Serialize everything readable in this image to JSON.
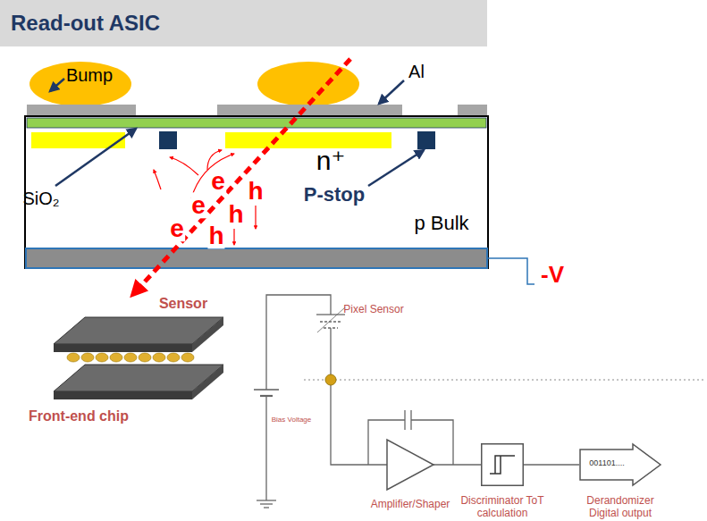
{
  "diagram": {
    "nodes": [
      {
        "text": [
          "Read-out ASIC"
        ]
      },
      {
        "text": [
          "Amplifier/Shaper"
        ]
      },
      {
        "text": [
          "Discriminator ToT calculation"
        ]
      },
      {
        "text": [
          "001101....",
          "Derandomizer Digital output"
        ]
      }
    ],
    "edges": [
      {
        "from": 1,
        "to": 2,
        "arrow": "none"
      },
      {
        "from": 2,
        "to": 3,
        "arrow": "none"
      }
    ],
    "labels": [
      "Bump",
      "Al",
      "n⁺",
      "SiO₂",
      "P-stop",
      "p Bulk",
      "e",
      "h",
      "e",
      "h",
      "e",
      "h",
      "-V",
      "Sensor",
      "Front-end chip",
      "Pixel Sensor",
      "Bias Voltage"
    ]
  }
}
